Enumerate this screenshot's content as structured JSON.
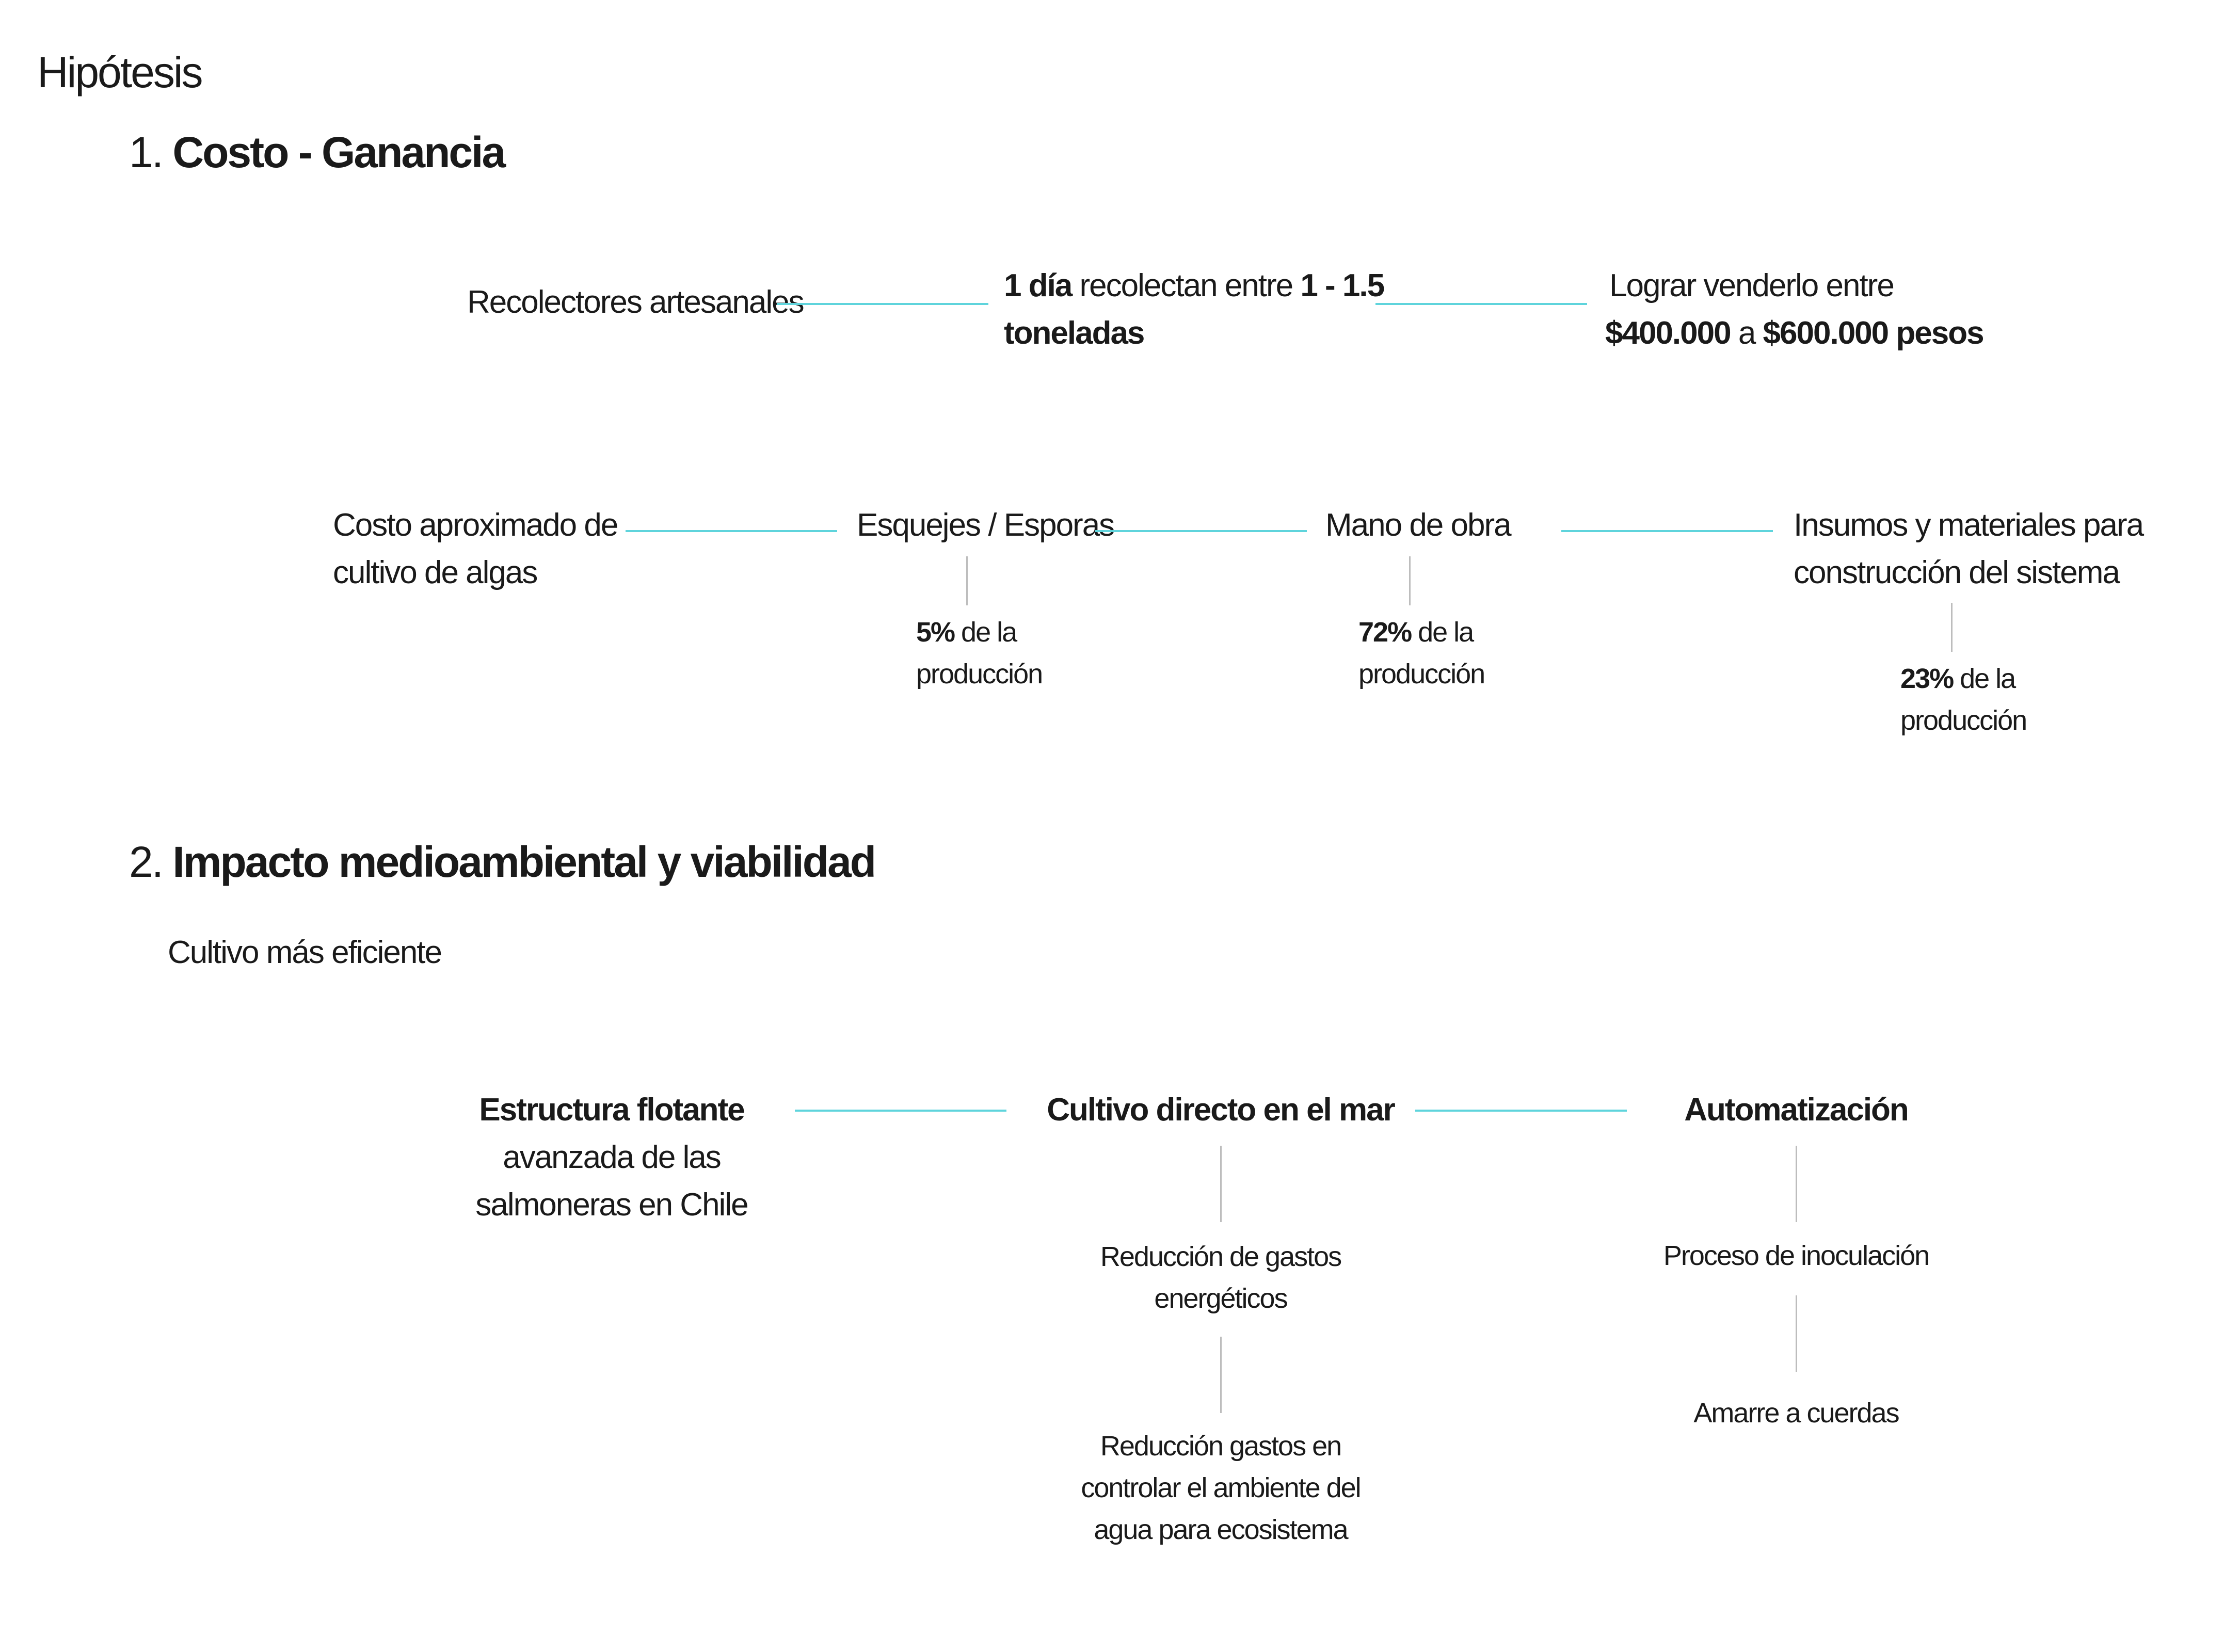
{
  "title": "Hipótesis",
  "section1": {
    "number": "1.",
    "heading": "Costo - Ganancia",
    "row1": {
      "left": "Recolectores artesanales",
      "mid_a": "1 día",
      "mid_b": " recolectan entre ",
      "mid_c": "1 - 1.5",
      "mid_d": "toneladas",
      "right_a": "Lograr venderlo entre",
      "right_b": "$400.000",
      "right_c": " a ",
      "right_d": "$600.000 pesos"
    },
    "row2": {
      "label_line1": "Costo aproximado de",
      "label_line2": "cultivo de algas",
      "items": [
        {
          "name": "Esquejes  / Esporas",
          "pct": "5%",
          "pct_rest": " de la",
          "line2": "producción"
        },
        {
          "name": "Mano de obra",
          "pct": "72%",
          "pct_rest": " de la",
          "line2": "producción"
        },
        {
          "name_line1": "Insumos y materiales para",
          "name_line2": "construcción del sistema",
          "pct": "23%",
          "pct_rest": " de la",
          "line2": "producción"
        }
      ]
    }
  },
  "section2": {
    "number": "2.",
    "heading": "Impacto medioambiental y viabilidad",
    "subtitle": "Cultivo más eficiente",
    "left": {
      "bold": "Estructura flotante",
      "line2": "avanzada de las",
      "line3": "salmoneras en Chile"
    },
    "middle": {
      "bold": "Cultivo directo en el mar",
      "sub1_line1": "Reducción de gastos",
      "sub1_line2": "energéticos",
      "sub2_line1": "Reducción gastos en",
      "sub2_line2": "controlar el ambiente del",
      "sub2_line3": "agua para ecosistema"
    },
    "right": {
      "bold": "Automatización",
      "sub1": "Proceso de inoculación",
      "sub2": "Amarre a cuerdas"
    }
  },
  "colors": {
    "connector": "#5fd4dc",
    "stem": "#bdbdbd",
    "text": "#1a1a1a"
  }
}
